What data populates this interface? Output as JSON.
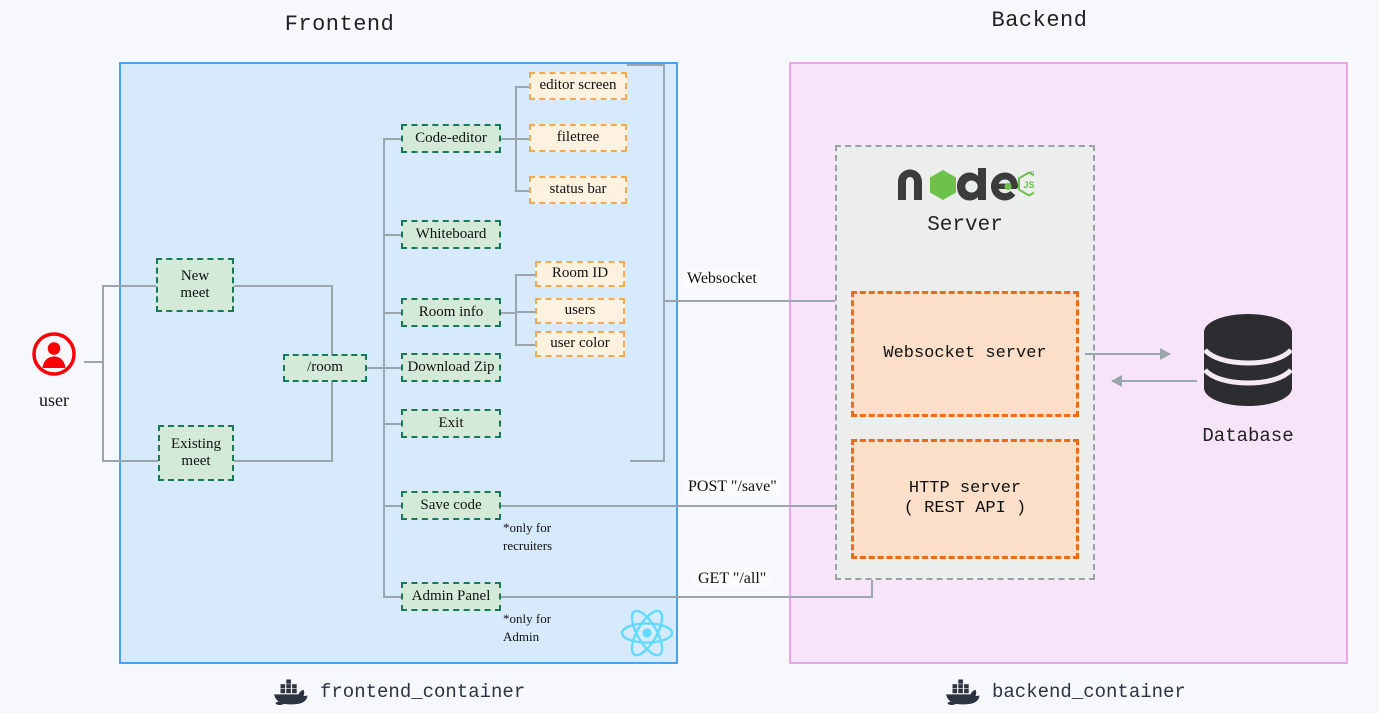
{
  "titles": {
    "frontend": "Frontend",
    "backend": "Backend"
  },
  "actors": {
    "user_label": "user",
    "user_icon": "user-circle-icon",
    "database_label": "Database",
    "database_icon": "database-cylinder-icon"
  },
  "frontend": {
    "entry": [
      {
        "id": "new-meet",
        "label": "New\nmeet"
      },
      {
        "id": "existing-meet",
        "label": "Existing\nmeet"
      }
    ],
    "route": {
      "id": "room",
      "label": "/room"
    },
    "features": [
      {
        "id": "code-editor",
        "label": "Code-editor"
      },
      {
        "id": "whiteboard",
        "label": "Whiteboard"
      },
      {
        "id": "room-info",
        "label": "Room info"
      },
      {
        "id": "download-zip",
        "label": "Download Zip"
      },
      {
        "id": "exit",
        "label": "Exit"
      },
      {
        "id": "save-code",
        "label": "Save code"
      },
      {
        "id": "admin-panel",
        "label": "Admin Panel"
      }
    ],
    "code_editor_children": [
      {
        "id": "editor-screen",
        "label": "editor screen"
      },
      {
        "id": "filetree",
        "label": "filetree"
      },
      {
        "id": "status-bar",
        "label": "status bar"
      }
    ],
    "room_info_children": [
      {
        "id": "room-id",
        "label": "Room ID"
      },
      {
        "id": "users",
        "label": "users"
      },
      {
        "id": "user-color",
        "label": "user color"
      }
    ],
    "notes": [
      {
        "id": "save-code-note",
        "label": "*only for\nrecruiters"
      },
      {
        "id": "admin-panel-note",
        "label": "*only for\nAdmin"
      }
    ],
    "tech_icon": "react-logo-icon",
    "container": {
      "label": "frontend_container",
      "icon": "docker-whale-icon"
    }
  },
  "backend": {
    "server": {
      "label": "Server",
      "icon": "nodejs-logo-icon"
    },
    "services": [
      {
        "id": "websocket-server",
        "label": "Websocket server"
      },
      {
        "id": "http-server",
        "label": "HTTP server\n( REST API )"
      }
    ],
    "container": {
      "label": "backend_container",
      "icon": "docker-whale-icon"
    }
  },
  "edges": [
    {
      "id": "websocket-edge",
      "label": "Websocket"
    },
    {
      "id": "post-save-edge",
      "label": "POST \"/save\""
    },
    {
      "id": "get-all-edge",
      "label": "GET \"/all\""
    }
  ],
  "colors": {
    "frontend_panel_fill": "#d6eafb",
    "frontend_panel_border": "#4aa3f0",
    "backend_panel_fill": "#f8e4f8",
    "backend_panel_border": "#e9a6ea",
    "green_node_fill": "#d4ead9",
    "green_node_border": "#17795a",
    "orange_node_fill": "#fdf1e0",
    "orange_node_border": "#f2a950",
    "service_fill": "#fbdfc8",
    "service_border": "#f06a16",
    "server_fill": "#eceded",
    "server_border": "#9aa0a6",
    "connector": "#9aa5ad",
    "user_icon": "#fb0007",
    "react": "#61dafb",
    "nodejs_green": "#6cc24a",
    "database": "#2d2d31",
    "docker": "#2b3440",
    "page_background": "#f7f8fc"
  }
}
